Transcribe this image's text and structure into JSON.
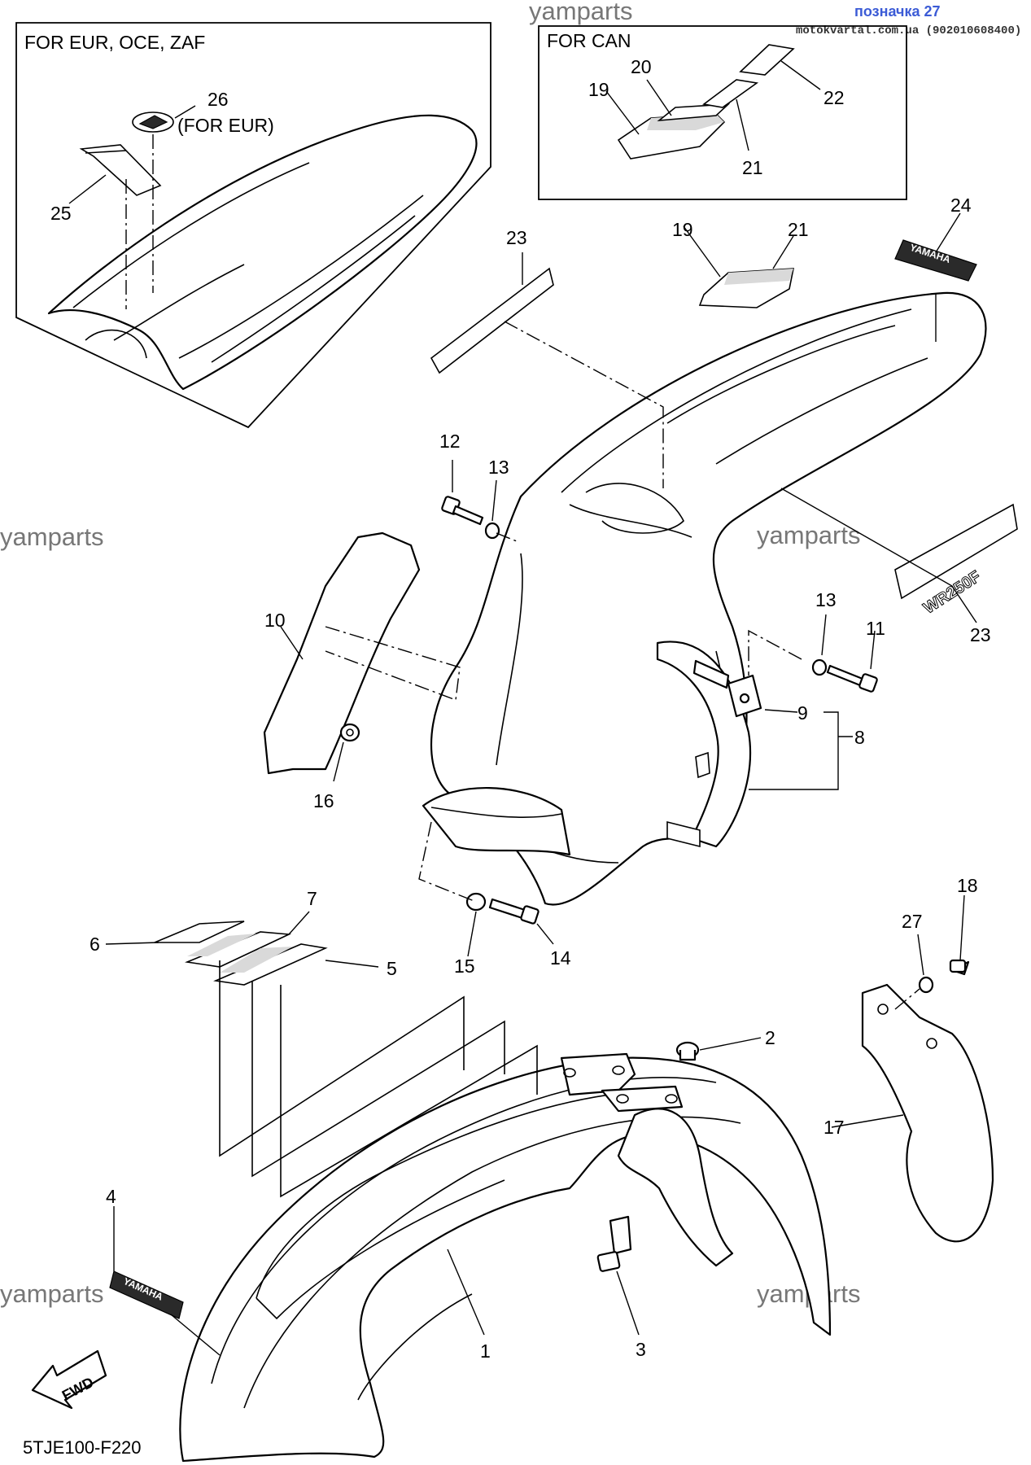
{
  "header": {
    "title": "позначка 27",
    "subtitle": "motokvartal.com.ua (902010608400)"
  },
  "watermark": "yamparts",
  "diagram_code": "5TJE100-F220",
  "insets": {
    "left_label": "FOR EUR, OCE, ZAF",
    "right_label": "FOR CAN",
    "for_eur_note": "(FOR EUR)"
  },
  "callouts": {
    "p1": "1",
    "p2": "2",
    "p3": "3",
    "p4": "4",
    "p5": "5",
    "p6": "6",
    "p7": "7",
    "p8": "8",
    "p9": "9",
    "p10": "10",
    "p11": "11",
    "p12": "12",
    "p13a": "13",
    "p13b": "13",
    "p14": "14",
    "p15": "15",
    "p16": "16",
    "p17": "17",
    "p18": "18",
    "p19a": "19",
    "p19b": "19",
    "p20": "20",
    "p21a": "21",
    "p21b": "21",
    "p22": "22",
    "p23a": "23",
    "p23b": "23",
    "p24": "24",
    "p25": "25",
    "p26": "26",
    "p27": "27"
  },
  "decals": {
    "yamaha": "YAMAHA",
    "model": "WR250F",
    "fwd": "FWD"
  }
}
